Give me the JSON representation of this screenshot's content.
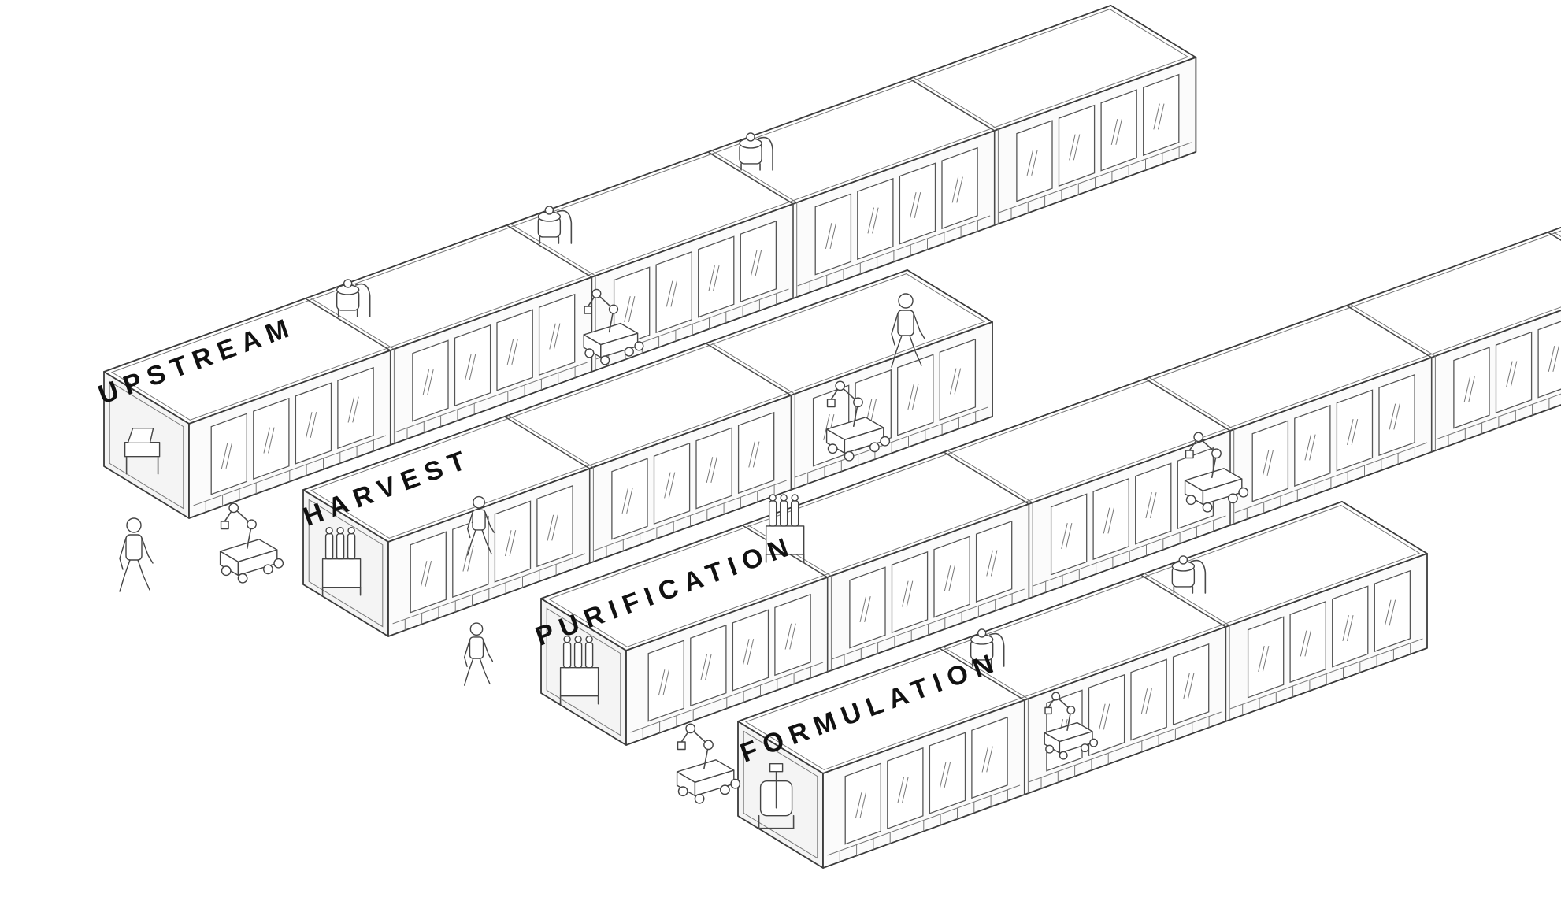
{
  "labels": {
    "upstream": "UPSTREAM",
    "harvest": "HARVEST",
    "purification": "PURIFICATION",
    "formulation": "FORMULATION"
  },
  "colors": {
    "background": "#ffffff",
    "line": "#3a3a3a",
    "text": "#111111"
  },
  "lines": [
    {
      "id": "upstream",
      "module_count": 5,
      "equipment": [
        "benchtop-instrument",
        "bioreactor",
        "bioreactor",
        "bioreactor"
      ]
    },
    {
      "id": "harvest",
      "module_count": 3,
      "equipment": [
        "filtration-skid",
        "humanoid-robot"
      ]
    },
    {
      "id": "purification",
      "module_count": 7,
      "equipment": [
        "chromatography-skid",
        "chromatography-skid"
      ]
    },
    {
      "id": "formulation",
      "module_count": 3,
      "equipment": [
        "mixing-vessel",
        "pressure-vessel",
        "pressure-vessel",
        "mobile-robot-arm"
      ]
    }
  ],
  "actors": [
    "humanoid-robot",
    "mobile-robot-arm",
    "humanoid-robot",
    "mobile-robot-arm",
    "mobile-robot-arm",
    "humanoid-robot",
    "mobile-robot-arm",
    "mobile-robot-arm"
  ]
}
